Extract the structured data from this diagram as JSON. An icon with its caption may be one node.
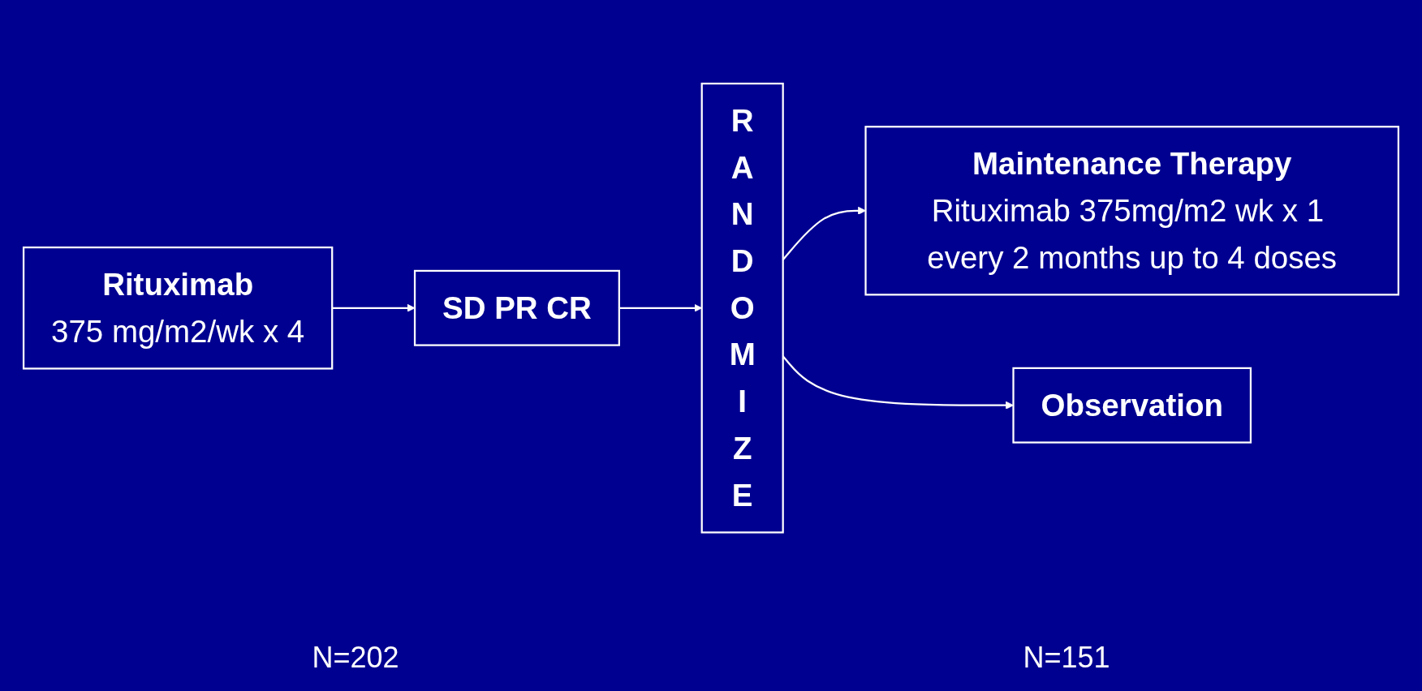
{
  "diagram": {
    "nodes": [
      {
        "text": [
          "Rituximab",
          "375 mg/m2/wk x 4"
        ]
      },
      {
        "text": [
          "SD PR CR"
        ]
      },
      {
        "text": [
          "RANDOMIZE"
        ]
      },
      {
        "text": [
          "Maintenance Therapy",
          "Rituximab 375mg/m2 wk x 1 every 2 months up to 4 doses"
        ]
      },
      {
        "text": [
          "Observation"
        ]
      }
    ],
    "edges": [
      {
        "from": 0,
        "to": 1,
        "arrow": "to"
      },
      {
        "from": 1,
        "to": 2,
        "arrow": "to"
      },
      {
        "from": 2,
        "to": 3,
        "arrow": "to"
      },
      {
        "from": 2,
        "to": 4,
        "arrow": "to"
      }
    ],
    "labels": [
      "N=202",
      "N=151"
    ]
  }
}
